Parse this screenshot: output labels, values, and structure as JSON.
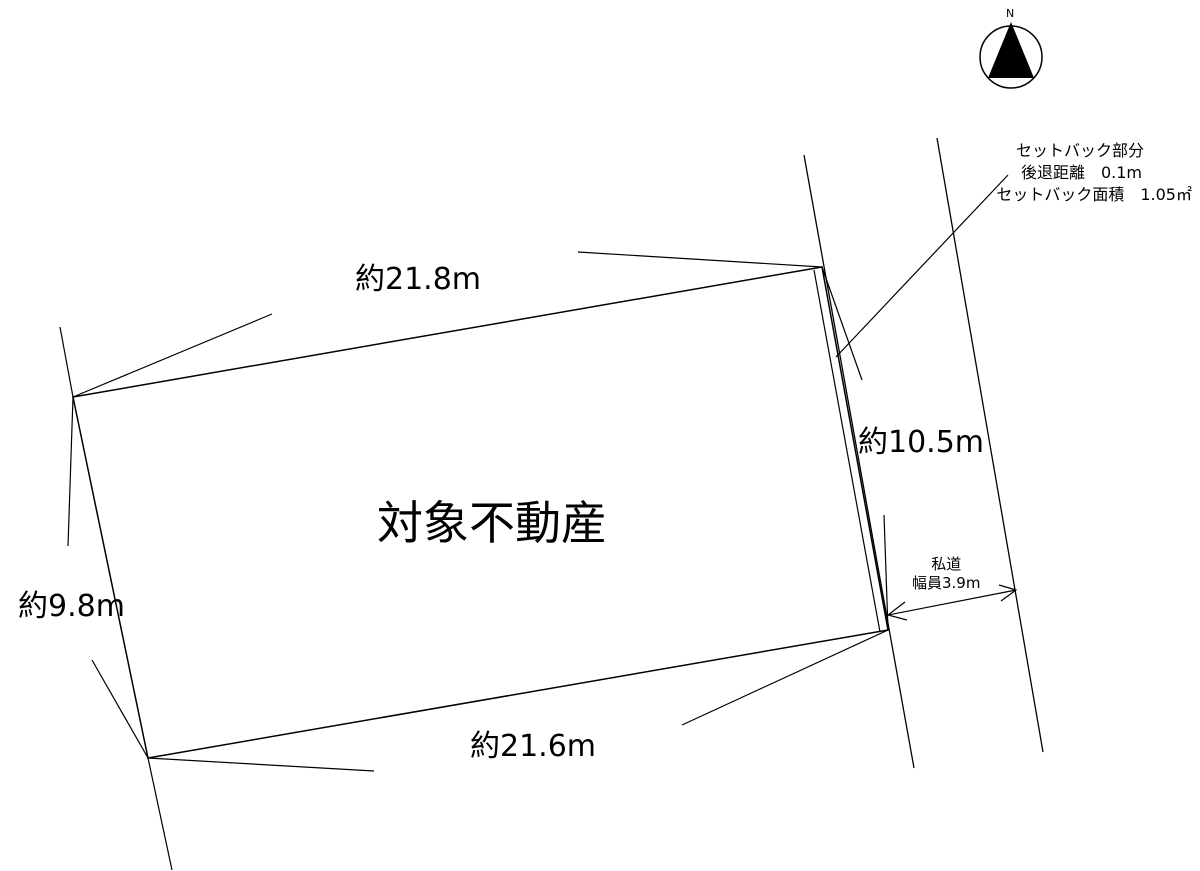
{
  "compass": {
    "letter": "N",
    "icon": "north-arrow-icon"
  },
  "property": {
    "label": "対象不動産"
  },
  "dimensions": {
    "top": "約21.8m",
    "bottom": "約21.6m",
    "left": "約9.8m",
    "right": "約10.5m"
  },
  "road": {
    "name": "私道",
    "width": "幅員3.9m"
  },
  "setback": {
    "title": "セットバック部分",
    "distance": "後退距離　0.1m",
    "area": "セットバック面積　1.05㎡"
  },
  "colors": {
    "line": "#000000",
    "background": "#ffffff"
  }
}
